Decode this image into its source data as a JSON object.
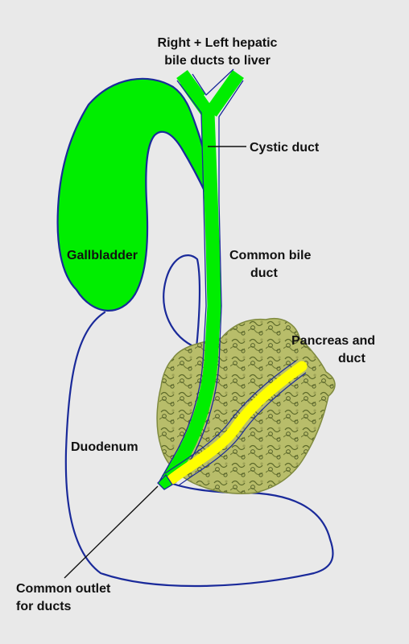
{
  "labels": {
    "hepatic_line1": "Right + Left hepatic",
    "hepatic_line2": "bile ducts to liver",
    "cystic_duct": "Cystic duct",
    "gallbladder": "Gallbladder",
    "common_bile_line1": "Common bile",
    "common_bile_line2": "duct",
    "pancreas_line1": "Pancreas and",
    "pancreas_line2": "duct",
    "duodenum": "Duodenum",
    "outlet_line1": "Common outlet",
    "outlet_line2": "for ducts"
  },
  "colors": {
    "background": "#e9e9e9",
    "bile_duct_green": "#00ee00",
    "pancreatic_duct_yellow": "#ffff00",
    "pancreas_olive": "#b8bd6a",
    "outline_blue": "#1a2a9a"
  }
}
